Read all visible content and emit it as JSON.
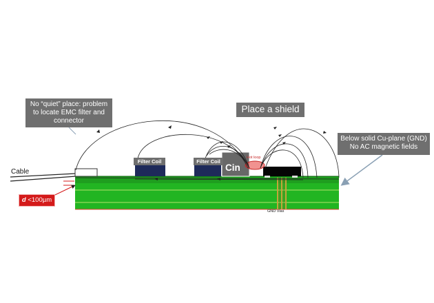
{
  "annotations": {
    "no_quiet_place": "No “quiet” place: problem to locate EMC filter and connector",
    "place_shield": "Place a shield",
    "below_cu_plane": "Below solid Cu-plane (GND) No AC magnetic fields"
  },
  "components": {
    "filter_coil_1": "Filter Coil",
    "filter_coil_2": "Filter Coil",
    "cin": "Cin",
    "hot_loop": "Hot loop",
    "gnd_vias": "GND Vias",
    "cable": "Cable"
  },
  "distance": {
    "symbol": "d",
    "value": "<100µm"
  },
  "colors": {
    "pcb_green": "#22b522",
    "pcb_dark_green": "#168016",
    "label_gray": "#6f6f6f",
    "hot_loop_red": "#e53935",
    "arrow_blue_gray": "#8aa0b4",
    "distance_red": "#d41a1a"
  }
}
